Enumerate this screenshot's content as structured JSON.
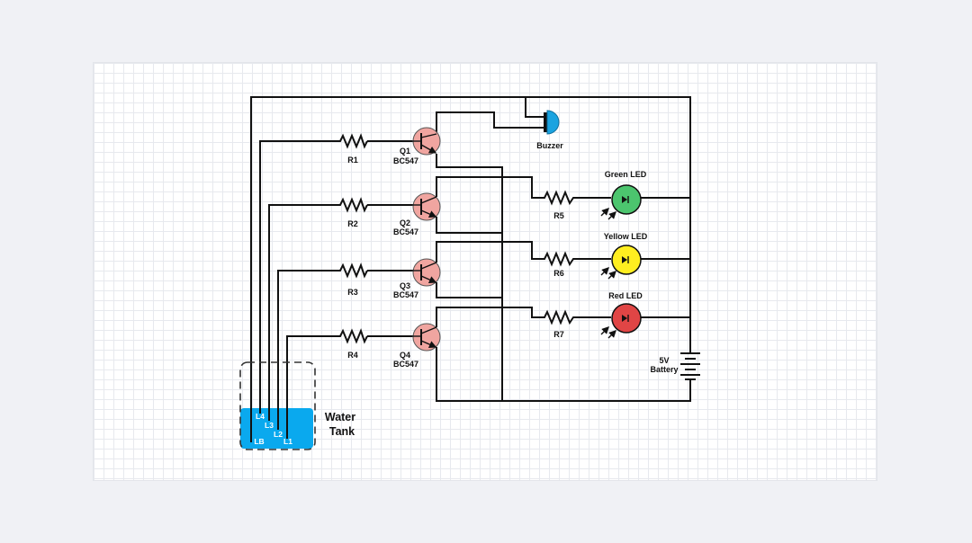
{
  "colors": {
    "page_bg": "#f0f1f5",
    "canvas_bg": "#ffffff",
    "grid": "#e7e9ee",
    "wire": "#111111",
    "transistor": "#f0a5a0",
    "buzzer": "#1aa3e0",
    "green_led": "#4cc56e",
    "yellow_led": "#ffee20",
    "red_led": "#e04545",
    "water": "#0aa9ee"
  },
  "transistors": [
    {
      "id": "Q1",
      "model": "BC547"
    },
    {
      "id": "Q2",
      "model": "BC547"
    },
    {
      "id": "Q3",
      "model": "BC547"
    },
    {
      "id": "Q4",
      "model": "BC547"
    }
  ],
  "resistors": [
    "R1",
    "R2",
    "R3",
    "R4",
    "R5",
    "R6",
    "R7"
  ],
  "buzzer": {
    "label": "Buzzer"
  },
  "leds": [
    {
      "label": "Green LED"
    },
    {
      "label": "Yellow LED"
    },
    {
      "label": "Red LED"
    }
  ],
  "battery": {
    "line1": "5V",
    "line2": "Battery"
  },
  "tank": {
    "line1": "Water",
    "line2": "Tank",
    "probes": [
      "L4",
      "L3",
      "L2",
      "L1",
      "LB"
    ]
  }
}
